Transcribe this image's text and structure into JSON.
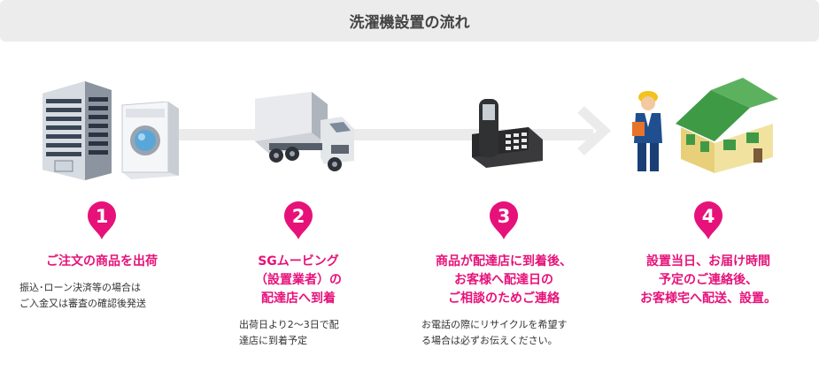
{
  "header": {
    "title": "洗濯機設置の流れ"
  },
  "steps": [
    {
      "number": "1",
      "title_lines": [
        "ご注文の商品を出荷"
      ],
      "note_lines": [
        "振込･ローン決済等の場合は",
        "ご入金又は審査の確認後発送"
      ],
      "icon": "building-and-washing-machine"
    },
    {
      "number": "2",
      "title_lines": [
        "SGムービング",
        "（設置業者）の",
        "配達店へ到着"
      ],
      "note_lines": [
        "出荷日より2～3日で配",
        "達店に到着予定"
      ],
      "icon": "delivery-truck"
    },
    {
      "number": "3",
      "title_lines": [
        "商品が配達店に到着後、",
        "お客様へ配達日の",
        "ご相談のためご連絡"
      ],
      "note_lines": [
        "お電話の際にリサイクルを希望す",
        "る場合は必ずお伝えください。"
      ],
      "icon": "telephone"
    },
    {
      "number": "4",
      "title_lines": [
        "設置当日、お届け時間",
        "予定のご連絡後、",
        "お客様宅へ配送、設置。"
      ],
      "note_lines": [],
      "icon": "installer-and-house"
    }
  ],
  "colors": {
    "accent": "#e6127a",
    "header_bg": "#ececec",
    "flow": "#ebebeb"
  }
}
